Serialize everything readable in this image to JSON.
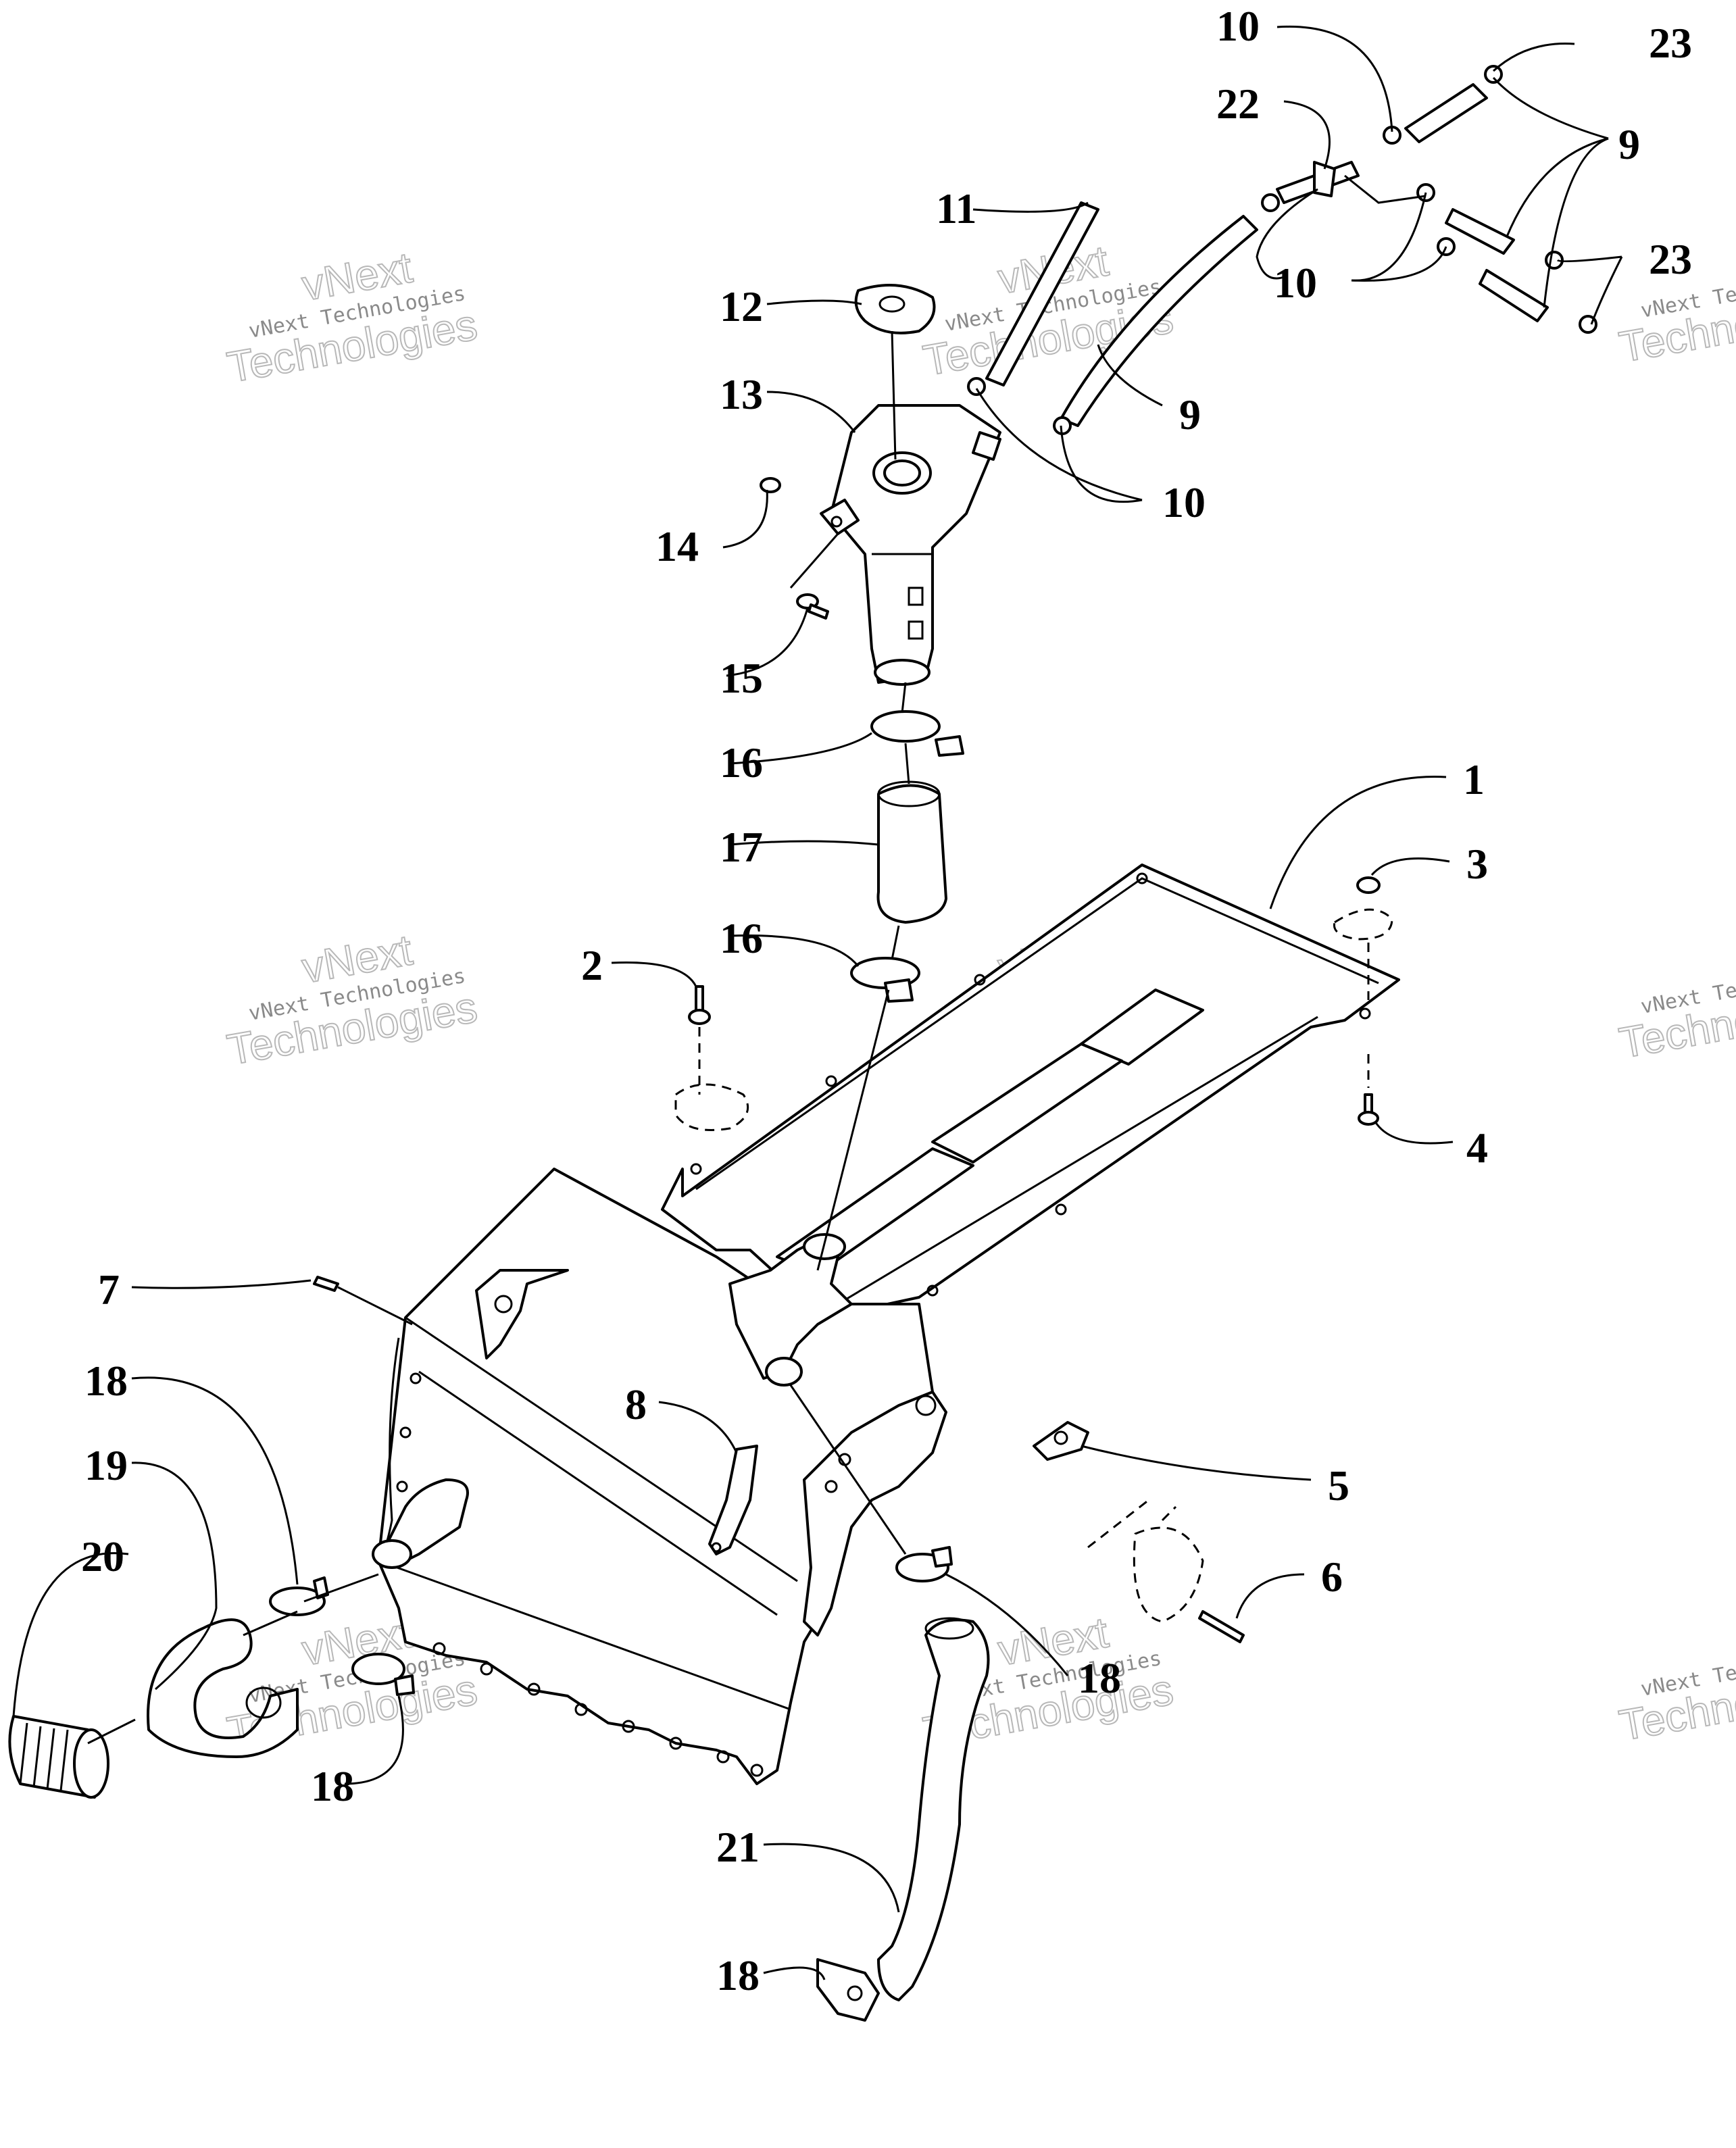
{
  "diagram": {
    "callouts": [
      "1",
      "2",
      "3",
      "4",
      "5",
      "6",
      "7",
      "8",
      "9",
      "10",
      "11",
      "12",
      "13",
      "14",
      "15",
      "16",
      "17",
      "18",
      "19",
      "20",
      "21",
      "22",
      "23"
    ],
    "watermark": {
      "line1": "vNext Technologies",
      "line2": "Technologies",
      "logo": "vNext"
    }
  }
}
